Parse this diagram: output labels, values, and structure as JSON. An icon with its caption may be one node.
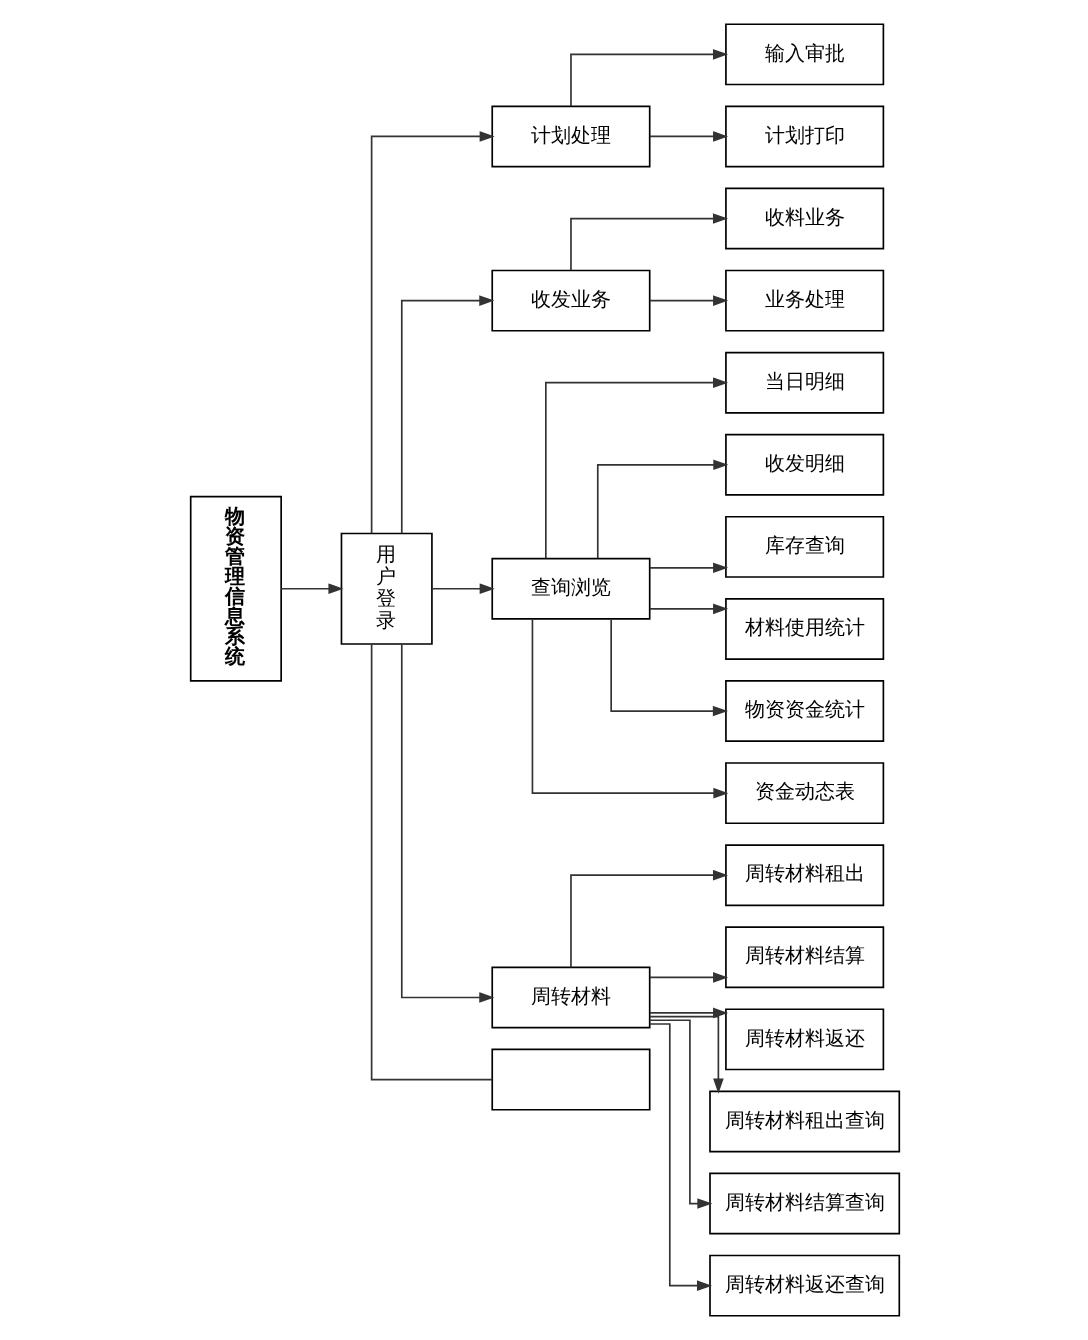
{
  "diagram": {
    "nodes": [
      {
        "text": [
          "物资管理信息系统"
        ]
      },
      {
        "text": [
          "用户登录"
        ]
      },
      {
        "text": [
          "计划处理"
        ]
      },
      {
        "text": [
          "收发业务"
        ]
      },
      {
        "text": [
          "查询浏览"
        ]
      },
      {
        "text": [
          "周转材料"
        ]
      },
      {
        "text": [],
        "shape": "box"
      },
      {
        "text": [
          "输入审批"
        ]
      },
      {
        "text": [
          "计划打印"
        ]
      },
      {
        "text": [
          "收料业务"
        ]
      },
      {
        "text": [
          "业务处理"
        ]
      },
      {
        "text": [
          "当日明细"
        ]
      },
      {
        "text": [
          "收发明细"
        ]
      },
      {
        "text": [
          "库存查询"
        ]
      },
      {
        "text": [
          "材料使用统计"
        ]
      },
      {
        "text": [
          "物资资金统计"
        ]
      },
      {
        "text": [
          "资金动态表"
        ]
      },
      {
        "text": [
          "周转材料租出"
        ]
      },
      {
        "text": [
          "周转材料结算"
        ]
      },
      {
        "text": [
          "周转材料返还"
        ]
      },
      {
        "text": [
          "周转材料租出查询"
        ]
      },
      {
        "text": [
          "周转材料结算查询"
        ]
      },
      {
        "text": [
          "周转材料返还查询"
        ]
      }
    ],
    "edges": [
      {
        "from": 0,
        "to": 1,
        "arrow": "to"
      },
      {
        "from": 1,
        "to": 2,
        "arrow": "to"
      },
      {
        "from": 1,
        "to": 3,
        "arrow": "to"
      },
      {
        "from": 1,
        "to": 4,
        "arrow": "to"
      },
      {
        "from": 1,
        "to": 5,
        "arrow": "to"
      },
      {
        "from": 1,
        "to": 6,
        "arrow": "none"
      },
      {
        "from": 2,
        "to": 7,
        "arrow": "to"
      },
      {
        "from": 2,
        "to": 8,
        "arrow": "to"
      },
      {
        "from": 3,
        "to": 9,
        "arrow": "to"
      },
      {
        "from": 3,
        "to": 10,
        "arrow": "to"
      },
      {
        "from": 4,
        "to": 11,
        "arrow": "to"
      },
      {
        "from": 4,
        "to": 12,
        "arrow": "to"
      },
      {
        "from": 4,
        "to": 13,
        "arrow": "to"
      },
      {
        "from": 4,
        "to": 14,
        "arrow": "to"
      },
      {
        "from": 4,
        "to": 15,
        "arrow": "to"
      },
      {
        "from": 4,
        "to": 16,
        "arrow": "to"
      },
      {
        "from": 5,
        "to": 17,
        "arrow": "to"
      },
      {
        "from": 5,
        "to": 18,
        "arrow": "to"
      },
      {
        "from": 5,
        "to": 19,
        "arrow": "to"
      },
      {
        "from": 5,
        "to": 20,
        "arrow": "to"
      },
      {
        "from": 5,
        "to": 21,
        "arrow": "to"
      },
      {
        "from": 5,
        "to": 22,
        "arrow": "to"
      }
    ]
  }
}
